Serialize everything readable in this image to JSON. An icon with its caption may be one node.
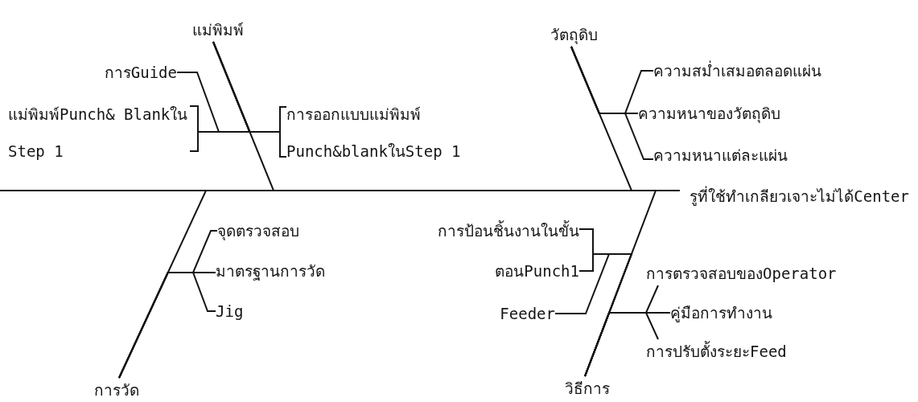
{
  "diagram": {
    "nodes": [
      {
        "text": [
          "รูที่ใช้ทำเกลียวเจาะไม่ได้Center"
        ]
      },
      {
        "text": [
          "แม่พิมพ์"
        ]
      },
      {
        "text": [
          "วัตถุดิบ"
        ]
      },
      {
        "text": [
          "การวัด"
        ]
      },
      {
        "text": [
          "วิธีการ"
        ]
      },
      {
        "text": [
          "การGuide"
        ]
      },
      {
        "text": [
          "แม่พิมพ์Punch& Blankใน Step 1"
        ]
      },
      {
        "text": [
          "การออกแบบแม่พิมพ์ Punch&blankในStep 1"
        ]
      },
      {
        "text": [
          "ความสม่ำเสมอตลอดแผ่น"
        ]
      },
      {
        "text": [
          "ความหนาของวัตถุดิบ"
        ]
      },
      {
        "text": [
          "ความหนาแต่ละแผ่น"
        ]
      },
      {
        "text": [
          "จุดตรวจสอบ"
        ]
      },
      {
        "text": [
          "มาตรฐานการวัด"
        ]
      },
      {
        "text": [
          "Jig"
        ]
      },
      {
        "text": [
          "การป้อนชิ้นงานในขั้นตอนPunch1"
        ]
      },
      {
        "text": [
          "Feeder"
        ]
      },
      {
        "text": [
          "การตรวจสอบของOperator"
        ]
      },
      {
        "text": [
          "คู่มือการทำงาน"
        ]
      },
      {
        "text": [
          "การปรับตั้งระยะFeed"
        ]
      }
    ],
    "edges": [
      {
        "from": null,
        "to": 0,
        "arrow": "none"
      },
      {
        "from": 1,
        "to": 0,
        "arrow": "none"
      },
      {
        "from": 2,
        "to": 0,
        "arrow": "none"
      },
      {
        "from": 3,
        "to": 0,
        "arrow": "none"
      },
      {
        "from": 4,
        "to": 0,
        "arrow": "none"
      },
      {
        "from": 5,
        "to": 1,
        "arrow": "none"
      },
      {
        "from": 6,
        "to": 1,
        "arrow": "none"
      },
      {
        "from": 7,
        "to": 1,
        "arrow": "none"
      },
      {
        "from": 8,
        "to": 2,
        "arrow": "none"
      },
      {
        "from": 9,
        "to": 2,
        "arrow": "none"
      },
      {
        "from": 10,
        "to": 2,
        "arrow": "none"
      },
      {
        "from": 11,
        "to": 3,
        "arrow": "none"
      },
      {
        "from": 12,
        "to": 3,
        "arrow": "none"
      },
      {
        "from": 13,
        "to": 3,
        "arrow": "none"
      },
      {
        "from": 14,
        "to": 4,
        "arrow": "none"
      },
      {
        "from": 15,
        "to": 4,
        "arrow": "none"
      },
      {
        "from": 16,
        "to": 4,
        "arrow": "none"
      },
      {
        "from": 17,
        "to": 4,
        "arrow": "none"
      },
      {
        "from": 18,
        "to": 4,
        "arrow": "none"
      }
    ]
  }
}
